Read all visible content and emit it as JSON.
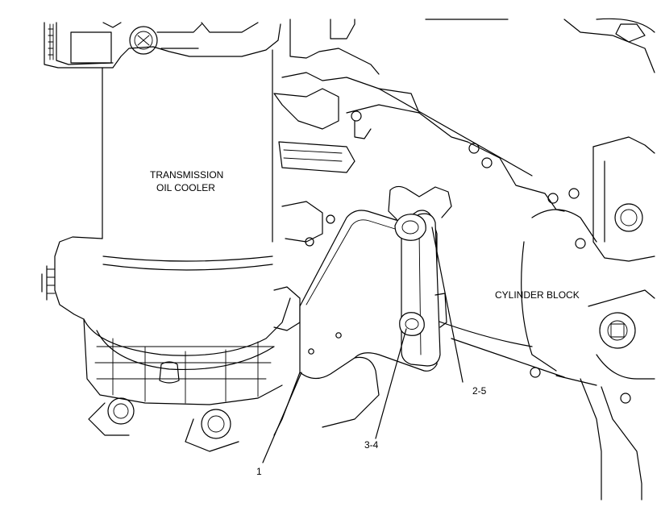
{
  "labels": {
    "transmission_line1": "TRANSMISSION",
    "transmission_line2": "OIL COOLER",
    "cylinder_block": "CYLINDER BLOCK",
    "callout_1": "1",
    "callout_2_5": "2-5",
    "callout_3_4": "3-4"
  }
}
